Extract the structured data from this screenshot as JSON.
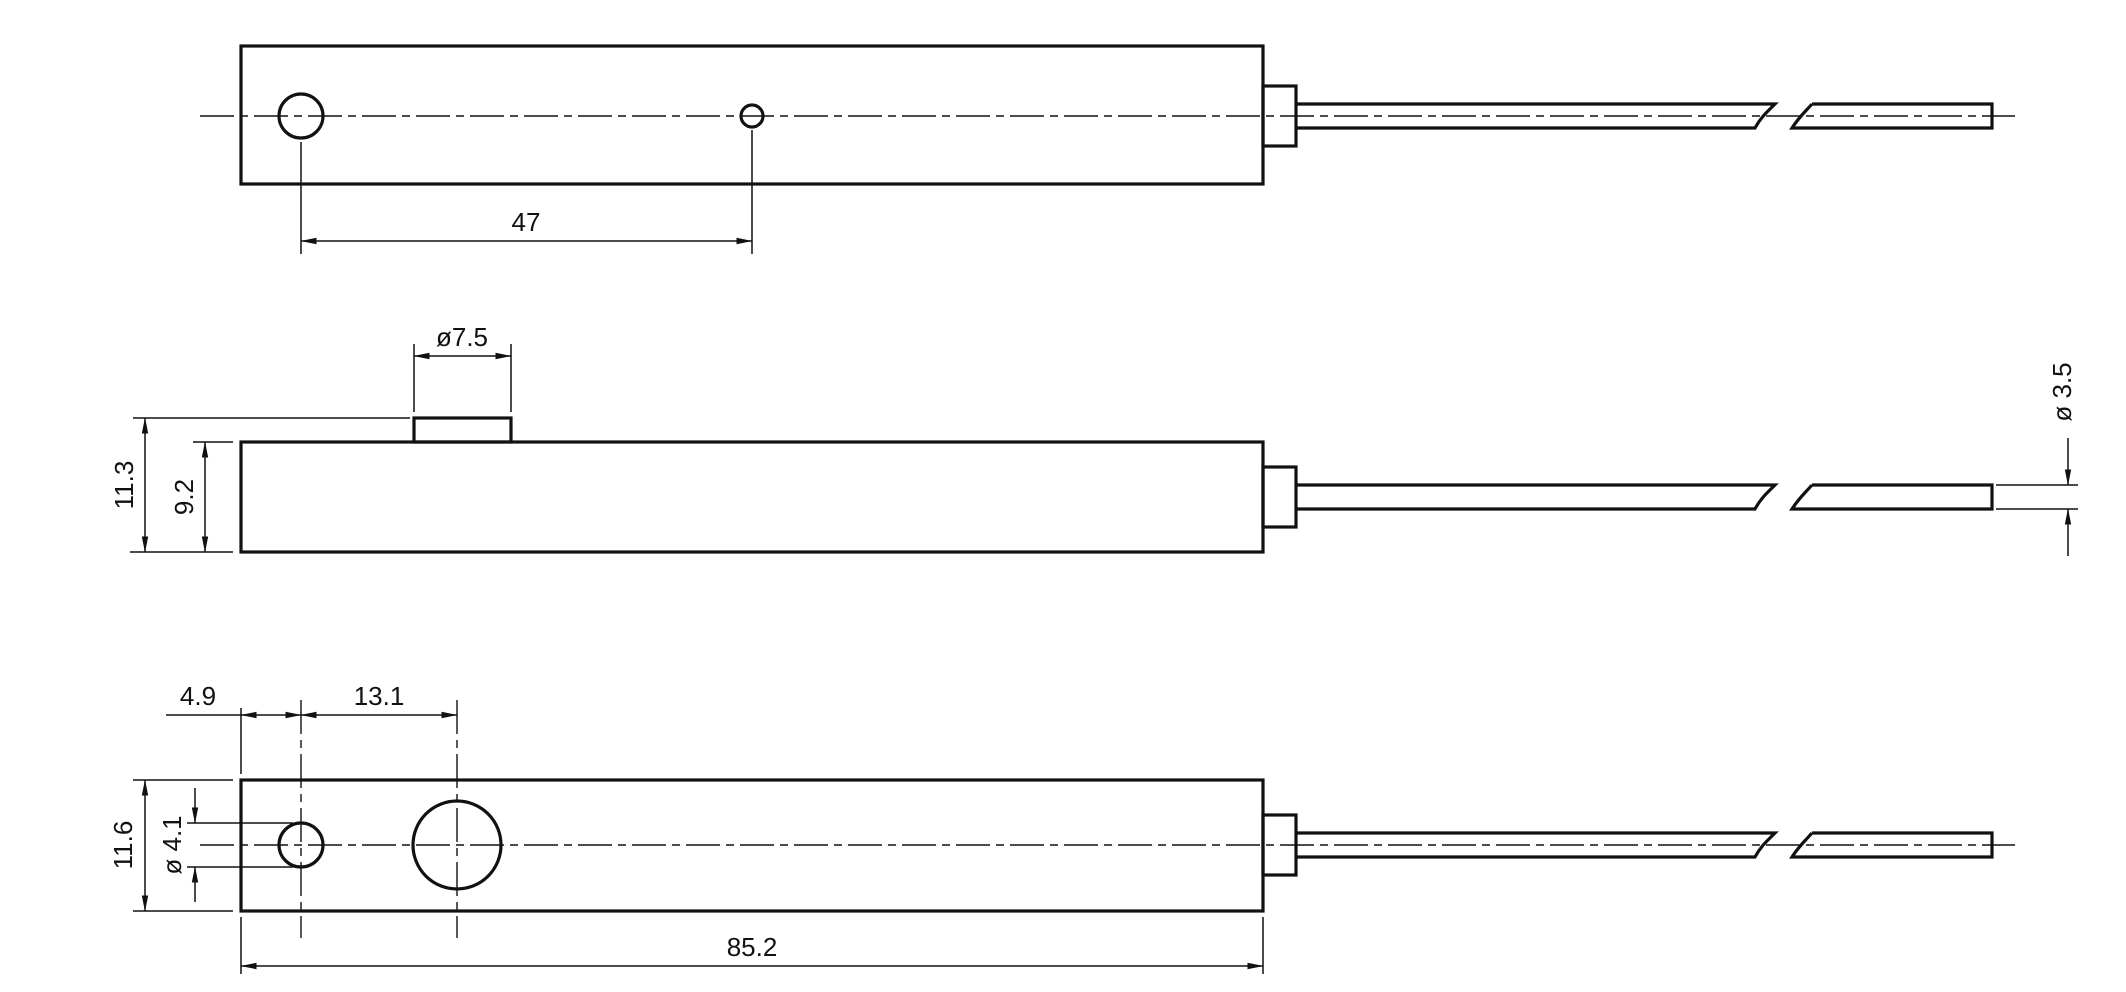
{
  "page": {
    "background": "#ffffff",
    "line_color": "#111111",
    "kind": "technical-dimension-drawing",
    "subject": "flat rectangular sensor body with sensing boss, mounting holes and attached round cable, shown in three orthographic views with break lines on the cable"
  },
  "dimensions": {
    "top_view": {
      "hole_center_spacing": "47"
    },
    "side_view": {
      "boss_diameter": "ø7.5",
      "overall_height": "11.3",
      "body_height": "9.2",
      "cable_diameter": "ø 3.5"
    },
    "bottom_view": {
      "edge_to_hole": "4.9",
      "hole_center_spacing": "13.1",
      "body_width": "11.6",
      "small_hole_diameter": "ø 4.1",
      "overall_length": "85.2"
    }
  }
}
